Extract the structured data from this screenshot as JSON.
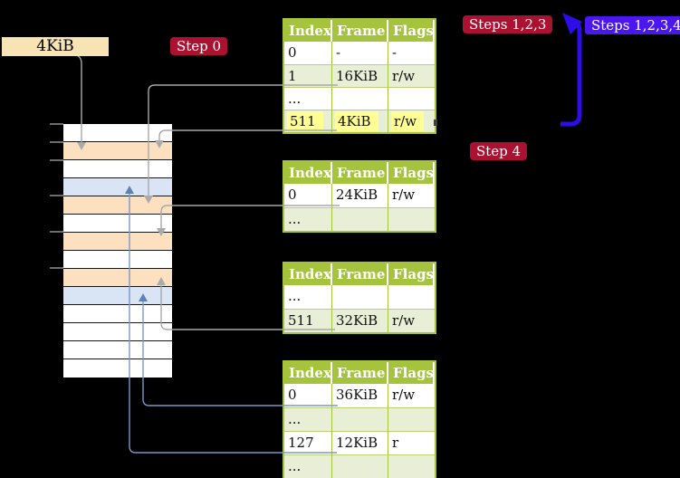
{
  "labels": {
    "frame_box": "4KiB",
    "step0": "Step 0",
    "steps_123": "Steps 1,2,3",
    "steps_1234": "Steps 1,2,3,4",
    "step4": "Step 4"
  },
  "page_tables": [
    {
      "name": "table-1",
      "headers": [
        "Index",
        "Frame",
        "Flags"
      ],
      "rows": [
        {
          "cells": [
            "0",
            "-",
            "-"
          ],
          "shade": false
        },
        {
          "cells": [
            "1",
            "16KiB",
            "r/w"
          ],
          "shade": true
        },
        {
          "cells": [
            "...",
            "",
            ""
          ],
          "shade": false
        },
        {
          "cells": [
            "511",
            "4KiB",
            "r/w"
          ],
          "shade": true,
          "highlight": true
        }
      ]
    },
    {
      "name": "table-2",
      "headers": [
        "Index",
        "Frame",
        "Flags"
      ],
      "rows": [
        {
          "cells": [
            "0",
            "24KiB",
            "r/w"
          ],
          "shade": false
        },
        {
          "cells": [
            "...",
            "",
            ""
          ],
          "shade": true
        }
      ]
    },
    {
      "name": "table-3",
      "headers": [
        "Index",
        "Frame",
        "Flags"
      ],
      "rows": [
        {
          "cells": [
            "...",
            "",
            ""
          ],
          "shade": false
        },
        {
          "cells": [
            "511",
            "32KiB",
            "r/w"
          ],
          "shade": true
        }
      ]
    },
    {
      "name": "table-4",
      "headers": [
        "Index",
        "Frame",
        "Flags"
      ],
      "rows": [
        {
          "cells": [
            "0",
            "36KiB",
            "r/w"
          ],
          "shade": false
        },
        {
          "cells": [
            "...",
            "",
            ""
          ],
          "shade": true
        },
        {
          "cells": [
            "127",
            "12KiB",
            "r"
          ],
          "shade": false
        },
        {
          "cells": [
            "...",
            "",
            ""
          ],
          "shade": true
        }
      ]
    }
  ],
  "memory_column": {
    "rows": [
      "white",
      "peach",
      "white",
      "blue",
      "peach",
      "white",
      "peach",
      "white",
      "peach",
      "blue",
      "white",
      "white",
      "white",
      "white"
    ]
  },
  "colors": {
    "label_red": "#ab1130",
    "label_blue": "#4a17f0",
    "thick_arrow_blue": "#2d0ce8",
    "connector_gray": "#a8a8a8",
    "connector_blue": "#7b97c6",
    "table_header_green": "#a5c33c",
    "table_row_green": "#e9efd6",
    "highlight_yellow": "#ffff94",
    "memory_peach": "#fce0c0",
    "memory_blue": "#d9e4f5",
    "frame_box_cream": "#f7e3b4"
  }
}
